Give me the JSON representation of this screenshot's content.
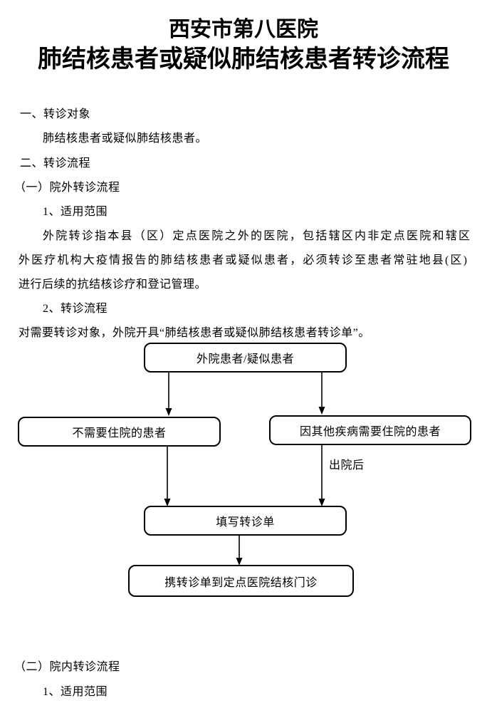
{
  "title": {
    "line1": "西安市第八医院",
    "line2": "肺结核患者或疑似肺结核患者转诊流程"
  },
  "body": {
    "section1_heading": "一、转诊对象",
    "section1_text": "肺结核患者或疑似肺结核患者。",
    "section2_heading": "二、转诊流程",
    "sub1_heading": "（一）院外转诊流程",
    "sub1_item1_heading": "1、适用范围",
    "para_line1": "外院转诊指本县（区）定点医院之外的医院，包括辖区内非定点医院和辖区",
    "para_line2": "外医疗机构大疫情报告的肺结核患者或疑似患者，必须转诊至患者常驻地县(区)",
    "para_line3": "进行后续的抗结核诊疗和登记管理。",
    "sub1_item2_heading": "2、转诊流程",
    "sub1_item2_text": "对需要转诊对象，外院开具“肺结核患者或疑似肺结核患者转诊单”。",
    "sub2_heading": "（二）院内转诊流程",
    "sub2_item1_heading": "1、适用范围"
  },
  "flowchart": {
    "box_top": "外院患者/疑似患者",
    "box_left": "不需要住院的患者",
    "box_right": "因其他疾病需要住院的患者",
    "edge_label": "出院后",
    "box_fill": "填写转诊单",
    "box_bottom": "携转诊单到定点医院结核门诊"
  },
  "colors": {
    "text": "#000000",
    "background": "#ffffff",
    "box_border": "#000000"
  }
}
